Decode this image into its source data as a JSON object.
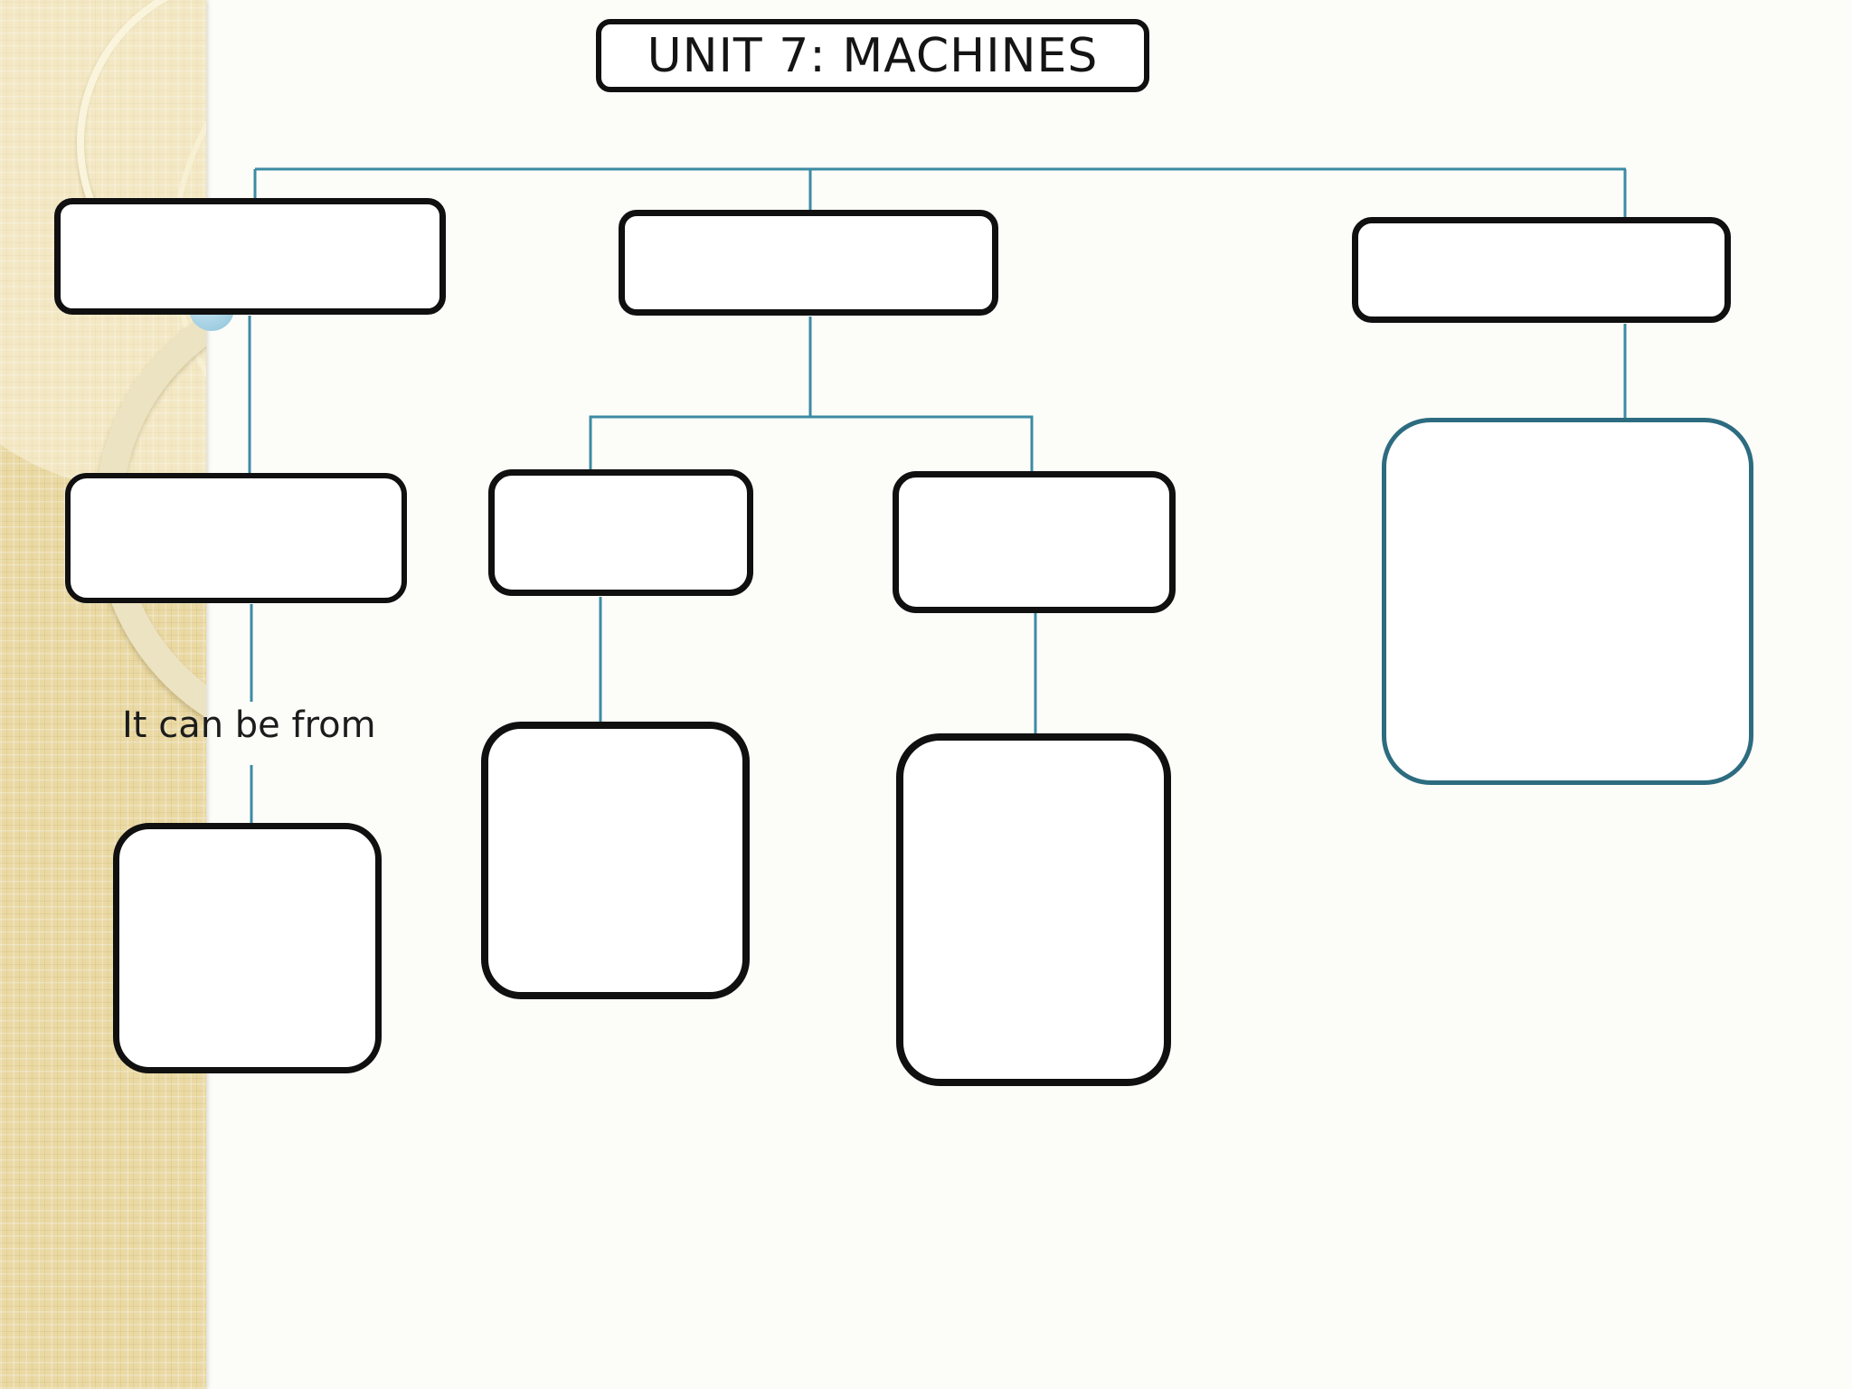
{
  "slide": {
    "title": "UNIT 7: MACHINES",
    "annotation": "It can be from"
  },
  "colors": {
    "background": "#fcfcf9",
    "connector": "#3c8ba4",
    "node-border": "#101010",
    "highlight-border": "#2d6c80",
    "sidebar-base": "#ead9a3",
    "sidebar-ring": "#ece3c3",
    "accent-circle": "#aad4e6"
  },
  "diagram": {
    "nodes": [
      {
        "id": "title-box",
        "label": "UNIT 7: MACHINES"
      },
      {
        "id": "top-left-box",
        "label": ""
      },
      {
        "id": "top-center-box",
        "label": ""
      },
      {
        "id": "top-right-box",
        "label": ""
      },
      {
        "id": "mid-left-box",
        "label": ""
      },
      {
        "id": "mid-center-left-box",
        "label": ""
      },
      {
        "id": "mid-center-right-box",
        "label": ""
      },
      {
        "id": "teal-highlight-box",
        "label": ""
      },
      {
        "id": "bottom-left-box",
        "label": ""
      },
      {
        "id": "bottom-center-left-box",
        "label": ""
      },
      {
        "id": "bottom-center-right-box",
        "label": ""
      }
    ]
  }
}
